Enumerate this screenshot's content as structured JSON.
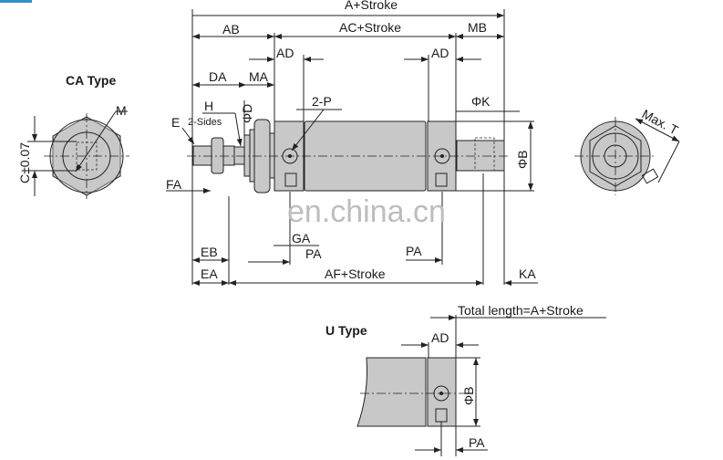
{
  "labels": {
    "a_stroke": "A+Stroke",
    "ab": "AB",
    "ac_stroke": "AC+Stroke",
    "mb": "MB",
    "ad_front": "AD",
    "ad_rear": "AD",
    "da": "DA",
    "ma": "MA",
    "p": "2-P",
    "h": "H",
    "two_sides": "2-Sides",
    "phi_d": "ΦD",
    "e": "E",
    "m": "M",
    "ca_type": "CA Type",
    "c_tol": "C±0.07",
    "phi_k": "ΦK",
    "phi_b": "ΦB",
    "max_t": "Max. T",
    "fa": "FA",
    "ga": "GA",
    "pa_front": "PA",
    "pa_rear": "PA",
    "eb": "EB",
    "ea": "EA",
    "af_stroke": "AF+Stroke",
    "ka": "KA",
    "u_type": "U Type",
    "total_length": "Total length=A+Stroke",
    "u_ad": "AD",
    "u_phi_b": "ΦB",
    "u_pa": "PA"
  },
  "watermark": "en.china.cn",
  "colors": {
    "part_fill": "#c8c8c8",
    "line": "#222222"
  }
}
